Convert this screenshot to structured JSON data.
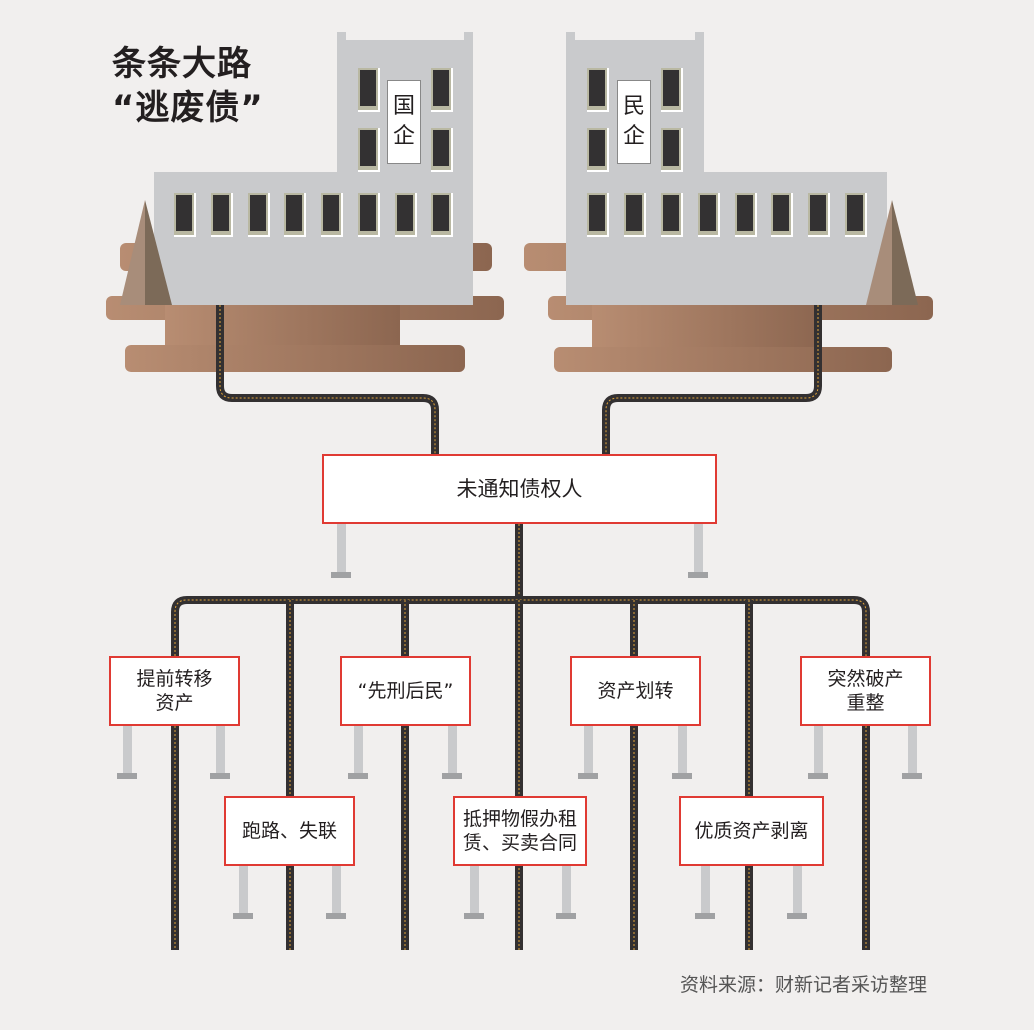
{
  "title": {
    "line1": "条条大路",
    "line2": "“逃废债”"
  },
  "buildings": [
    {
      "id": "soe",
      "label_chars": [
        "国",
        "企"
      ],
      "meaning": "state-owned enterprise"
    },
    {
      "id": "private",
      "label_chars": [
        "民",
        "企"
      ],
      "meaning": "private enterprise"
    }
  ],
  "hub": {
    "label": "未通知债权人"
  },
  "branches": [
    {
      "label_lines": [
        "提前转移",
        "资产"
      ],
      "row": "top"
    },
    {
      "label_lines": [
        "跑路、失联"
      ],
      "row": "bottom"
    },
    {
      "label_lines": [
        "“先刑后民”"
      ],
      "row": "top"
    },
    {
      "label_lines": [
        "抵押物假办租",
        "赁、买卖合同"
      ],
      "row": "bottom"
    },
    {
      "label_lines": [
        "资产划转"
      ],
      "row": "top"
    },
    {
      "label_lines": [
        "优质资产剥离"
      ],
      "row": "bottom"
    },
    {
      "label_lines": [
        "突然破产",
        "重整"
      ],
      "row": "top"
    }
  ],
  "source": "资料来源：财新记者采访整理",
  "colors": {
    "background": "#f1efee",
    "building": "#c9cacc",
    "window": "#333132",
    "window_frame": "#b9b8a2",
    "ground_light": "#b88d72",
    "ground_dark": "#8c6650",
    "road": "#333031",
    "road_line": "#e0a43a",
    "sign_border": "#e03a33",
    "post": "#c9cacc",
    "post_base": "#a0a1a3",
    "tree_light": "#a88d7a",
    "tree_dark": "#7c6a58"
  }
}
